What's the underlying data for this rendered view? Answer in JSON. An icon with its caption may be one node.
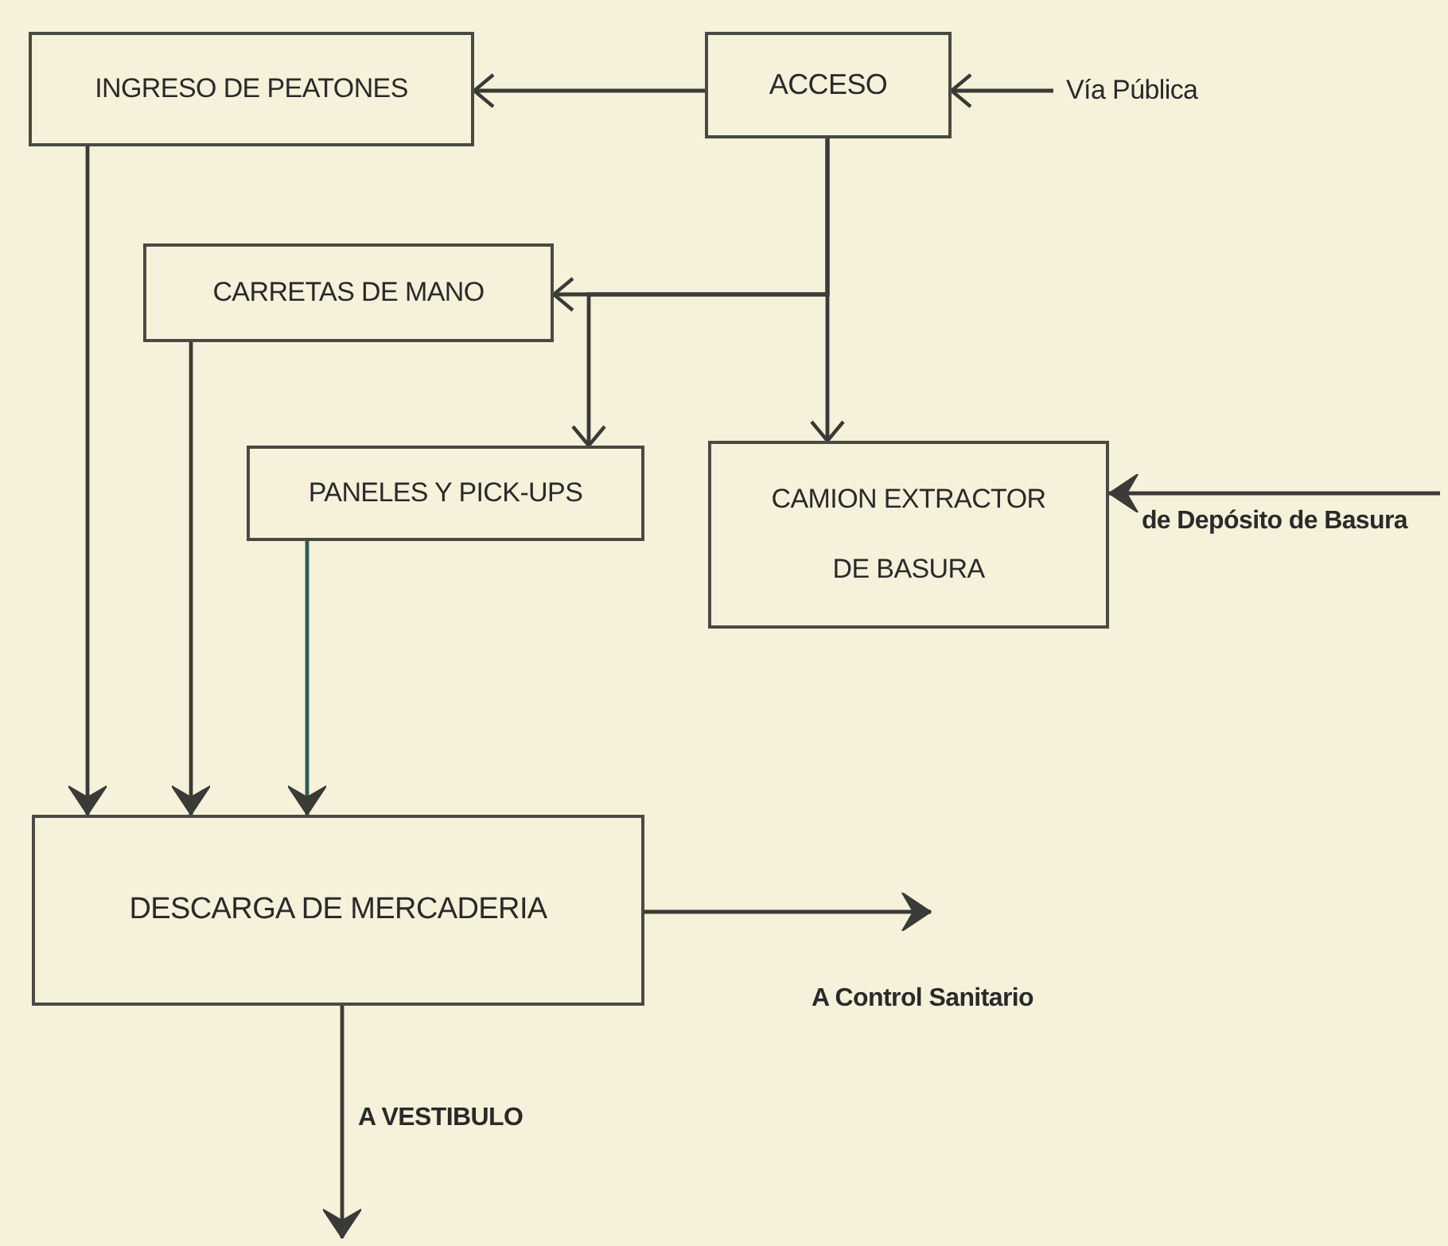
{
  "diagram": {
    "nodes": [
      {
        "text": [
          "INGRESO DE PEATONES"
        ]
      },
      {
        "text": [
          "ACCESO"
        ]
      },
      {
        "text": [
          "Vía Pública"
        ]
      },
      {
        "text": [
          "CARRETAS DE MANO"
        ]
      },
      {
        "text": [
          "PANELES Y PICK-UPS"
        ]
      },
      {
        "text": [
          "CAMION EXTRACTOR DE BASURA"
        ]
      },
      {
        "text": [
          "DESCARGA DE MERCADERIA"
        ]
      }
    ],
    "edges": [
      {
        "from": 1,
        "to": 0,
        "arrow": "to"
      },
      {
        "from": 2,
        "to": 1,
        "arrow": "to"
      },
      {
        "from": 1,
        "to": 3,
        "arrow": "to"
      },
      {
        "from": 1,
        "to": 4,
        "arrow": "to"
      },
      {
        "from": 1,
        "to": 5,
        "arrow": "to"
      },
      {
        "from": null,
        "to": 5,
        "arrow": "to",
        "label": "de Depósito de Basura"
      },
      {
        "from": 0,
        "to": 6,
        "arrow": "to"
      },
      {
        "from": 3,
        "to": 6,
        "arrow": "to"
      },
      {
        "from": 4,
        "to": 6,
        "arrow": "to",
        "color": "#2e5c55"
      },
      {
        "from": 6,
        "to": null,
        "arrow": "to",
        "label": "A Control Sanitario"
      },
      {
        "from": 6,
        "to": null,
        "arrow": "to",
        "label": "A VESTIBULO"
      }
    ]
  }
}
